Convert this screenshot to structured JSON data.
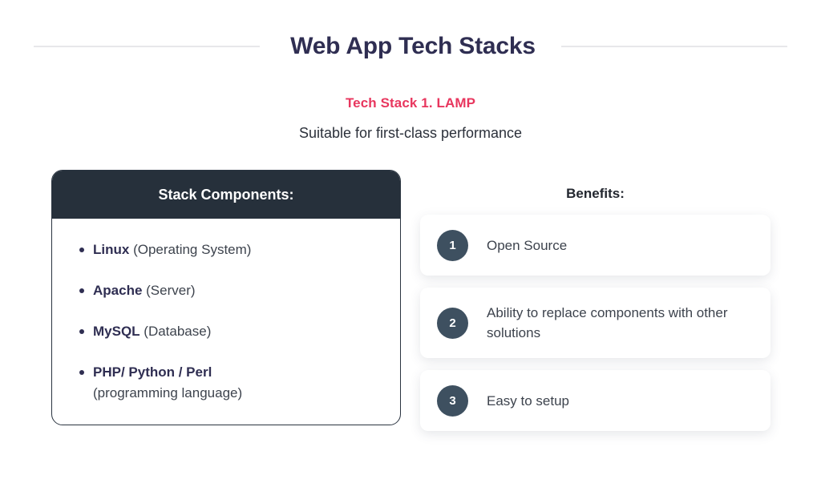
{
  "header": {
    "title": "Web App Tech Stacks",
    "rule_color": "#e7e7ea"
  },
  "stack": {
    "label": "Tech Stack 1. LAMP",
    "label_color": "#e8365e",
    "subtitle": "Suitable for first-class performance"
  },
  "components_panel": {
    "heading": "Stack Components:",
    "header_bg": "#26303b",
    "items": [
      {
        "name": "Linux",
        "description": " (Operating System)",
        "wrap": false
      },
      {
        "name": "Apache",
        "description": " (Server)",
        "wrap": false
      },
      {
        "name": "MySQL",
        "description": " (Database)",
        "wrap": false
      },
      {
        "name": "PHP/ Python / Perl",
        "description": "(programming language)",
        "wrap": true
      }
    ]
  },
  "benefits_panel": {
    "heading": "Benefits:",
    "badge_color": "#3e5060",
    "items": [
      {
        "number": "1",
        "text": "Open Source"
      },
      {
        "number": "2",
        "text": "Ability to replace components with other solutions"
      },
      {
        "number": "3",
        "text": "Easy to setup"
      }
    ]
  }
}
